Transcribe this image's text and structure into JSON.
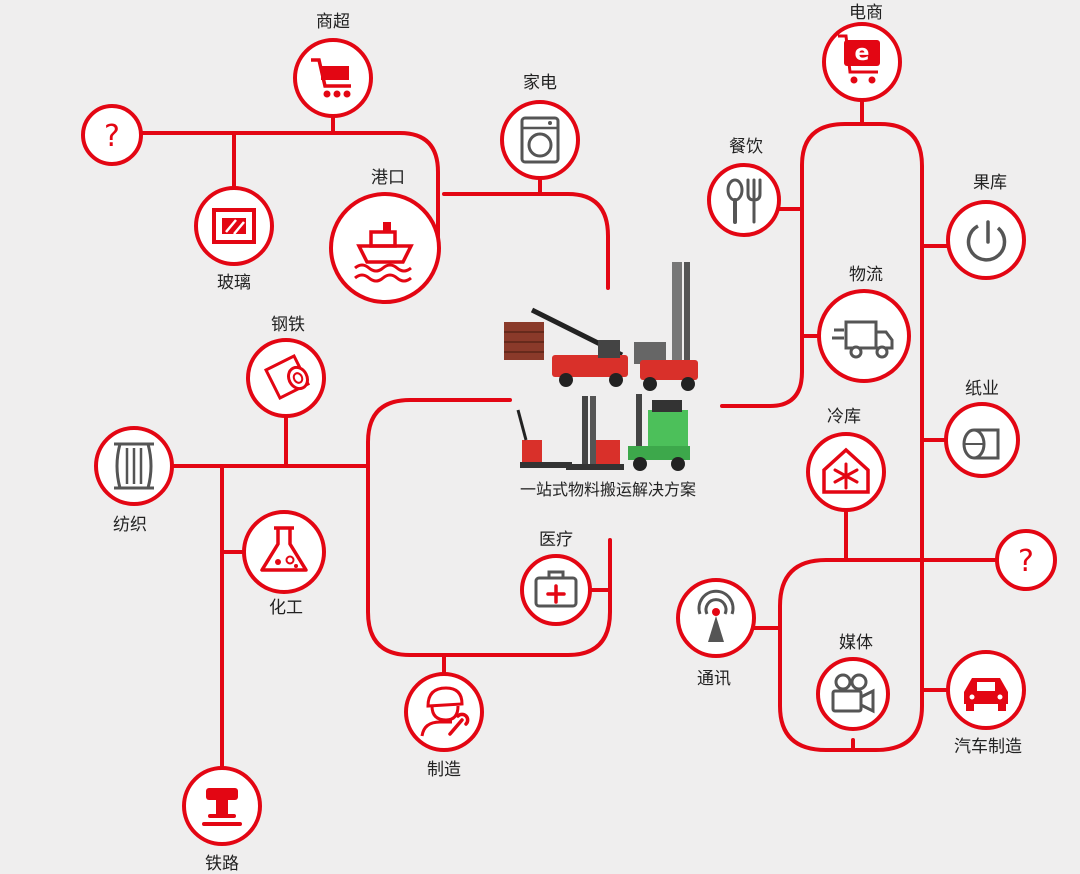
{
  "colors": {
    "accent": "#e30613",
    "background": "#efeeee",
    "text": "#222222",
    "icon_stroke": "#555555"
  },
  "center": {
    "label": "一站式物料搬运解决方案"
  },
  "nodes": [
    {
      "id": "shangchao",
      "label": "商超",
      "icon": "shopping-cart-icon"
    },
    {
      "id": "unknown-left",
      "label": "?",
      "icon": "question-icon"
    },
    {
      "id": "boli",
      "label": "玻璃",
      "icon": "glass-pane-icon"
    },
    {
      "id": "gangkou",
      "label": "港口",
      "icon": "ship-icon"
    },
    {
      "id": "jiadian",
      "label": "家电",
      "icon": "washing-machine-icon"
    },
    {
      "id": "dianshang",
      "label": "电商",
      "icon": "ecommerce-cart-icon"
    },
    {
      "id": "canyin",
      "label": "餐饮",
      "icon": "fork-spoon-icon"
    },
    {
      "id": "guoku",
      "label": "果库",
      "icon": "fruit-icon"
    },
    {
      "id": "wuliu",
      "label": "物流",
      "icon": "delivery-truck-icon"
    },
    {
      "id": "zhiye",
      "label": "纸业",
      "icon": "paper-roll-icon"
    },
    {
      "id": "lengku",
      "label": "冷库",
      "icon": "snowflake-house-icon"
    },
    {
      "id": "unknown-right",
      "label": "?",
      "icon": "question-icon"
    },
    {
      "id": "gangtie",
      "label": "钢铁",
      "icon": "steel-coil-icon"
    },
    {
      "id": "fangzhi",
      "label": "纺织",
      "icon": "yarn-spool-icon"
    },
    {
      "id": "huagong",
      "label": "化工",
      "icon": "flask-icon"
    },
    {
      "id": "tielu",
      "label": "铁路",
      "icon": "rail-icon"
    },
    {
      "id": "yiliao",
      "label": "医疗",
      "icon": "first-aid-kit-icon"
    },
    {
      "id": "zhizao",
      "label": "制造",
      "icon": "worker-wrench-icon"
    },
    {
      "id": "tongxun",
      "label": "通讯",
      "icon": "antenna-icon"
    },
    {
      "id": "meiti",
      "label": "媒体",
      "icon": "video-camera-icon"
    },
    {
      "id": "qiche",
      "label": "汽车制造",
      "icon": "car-icon"
    }
  ]
}
